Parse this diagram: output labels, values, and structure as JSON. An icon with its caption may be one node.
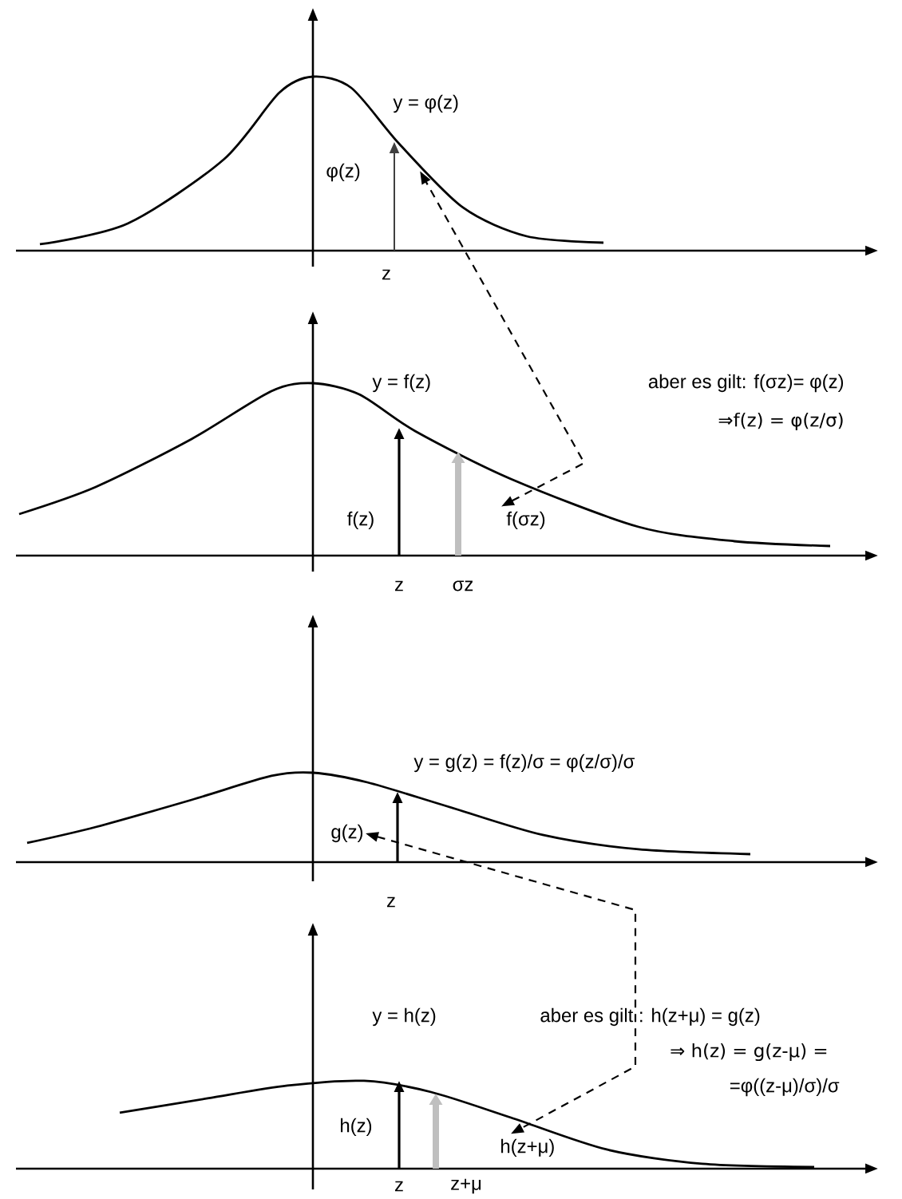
{
  "diagram": {
    "nodes": [
      {
        "text": [
          "φ(z)"
        ]
      },
      {
        "text": [
          "f(σz)"
        ]
      },
      {
        "text": [
          "g(z)"
        ]
      },
      {
        "text": [
          "h(z+μ)"
        ]
      }
    ],
    "edges": [
      {
        "from": 1,
        "to": 0,
        "arrow": "both",
        "style": "dashed"
      },
      {
        "from": 2,
        "to": 3,
        "arrow": "both",
        "style": "dashed"
      }
    ],
    "labels": [
      "y = φ(z)",
      "z",
      "y = f(z)",
      "aber es gilt: f(σz)= φ(z)",
      "⇒f(z) = φ(z/σ)",
      "f(z)",
      "z",
      "σz",
      "y = g(z) = f(z)/σ = φ(z/σ)/σ",
      "z",
      "y = h(z)",
      "aber es gilt : h(z+μ) = g(z)",
      "⇒ h(z) = g(z-μ) =",
      "=φ((z-μ)/σ)/σ",
      "h(z)",
      "z",
      "z+μ"
    ]
  }
}
